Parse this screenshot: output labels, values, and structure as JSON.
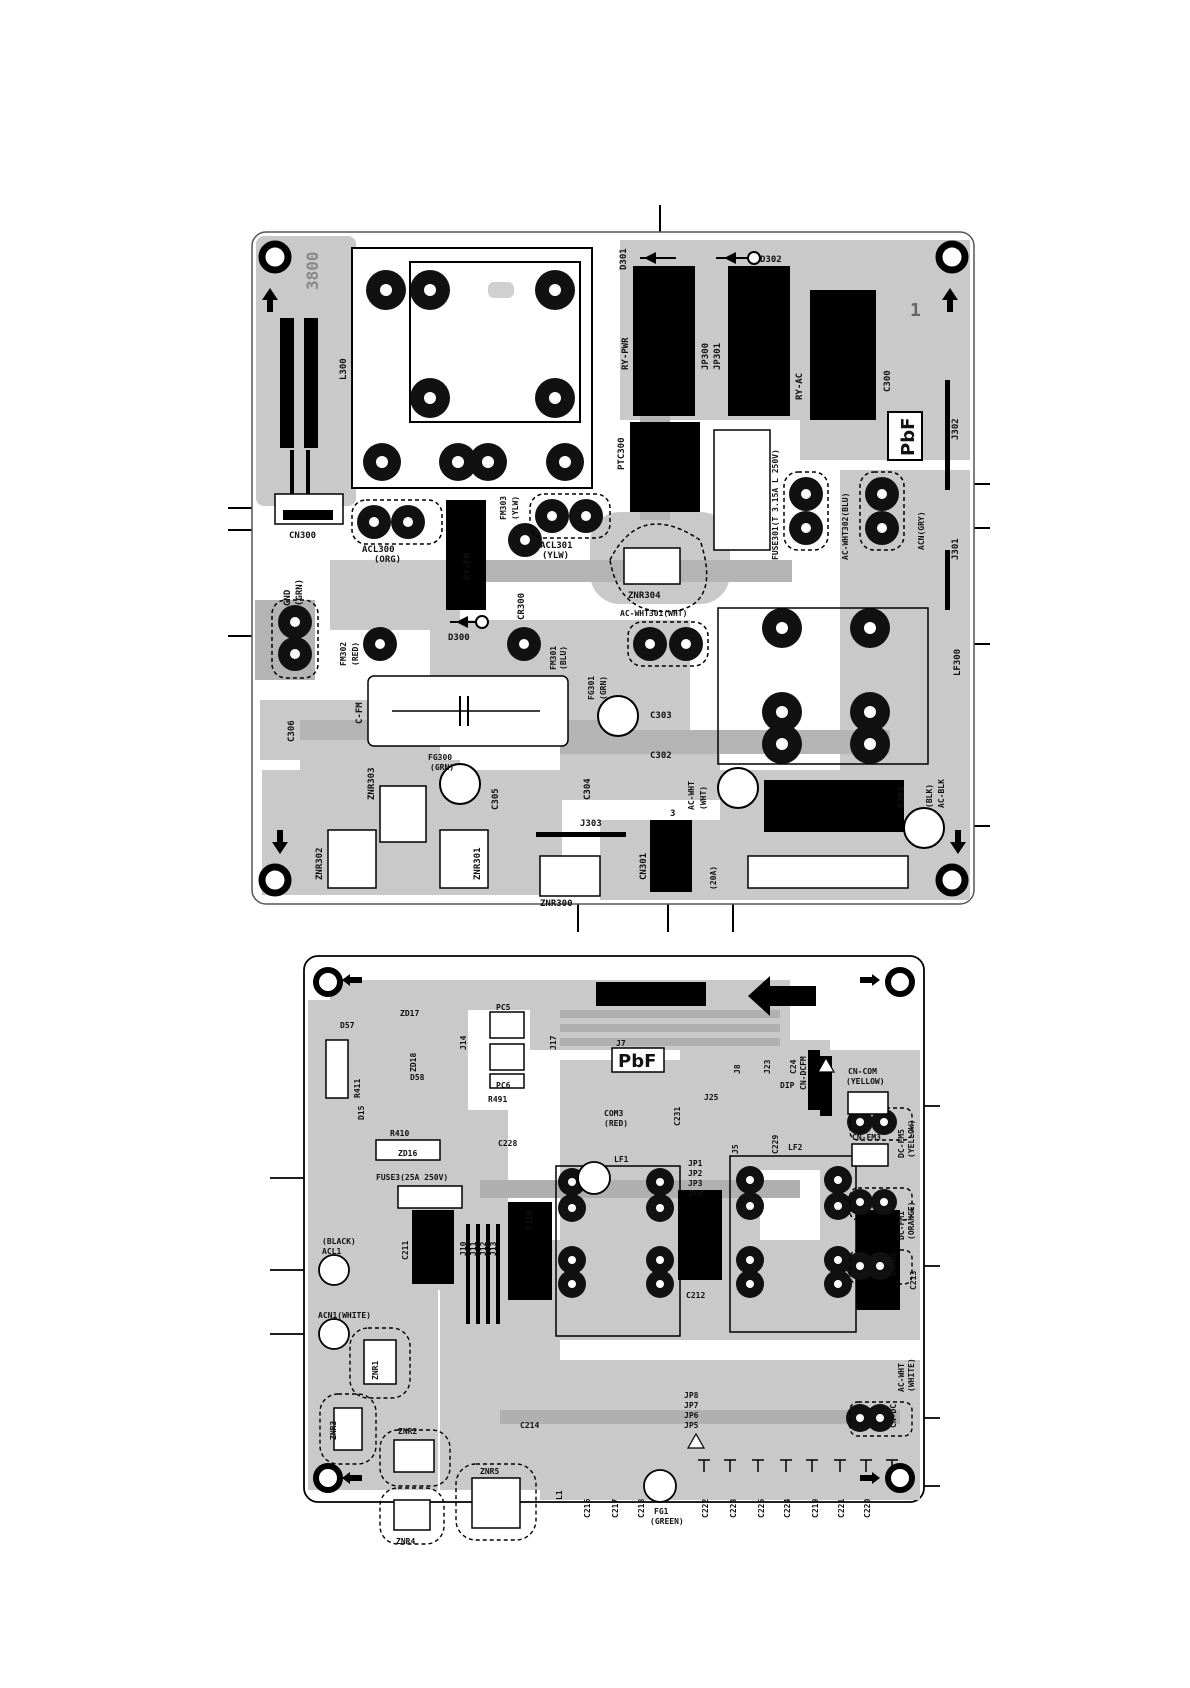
{
  "board1": {
    "model_code": "3800",
    "pbf_mark": "PbF",
    "pin_one_mark": "1",
    "components": {
      "l300": "L300",
      "cn300": "CN300",
      "acl300": "ACL300",
      "acl300_color": "(ORG)",
      "ry_fm": "RY-FM",
      "fm303": "FM303",
      "fm303_color": "(YLW)",
      "acl301": "ACL301",
      "acl301_color": "(YLW)",
      "ptc300": "PTC300",
      "ry_pwr": "RY-PWR",
      "jp300": "JP300",
      "jp301": "JP301",
      "d301": "D301",
      "d302": "D302",
      "ry_ac": "RY-AC",
      "c300": "C300",
      "j302": "J302",
      "j301": "J301",
      "fuse301": "FUSE301(T 3.15A L 250V)",
      "ac_wht302": "AC-WHT302(BLU)",
      "acn": "ACN(GRY)",
      "znr304": "ZNR304",
      "cr300": "CR300",
      "d300": "D300",
      "gnd": "GND",
      "gnd_color": "(GRN)",
      "fm302": "FM302",
      "fm302_color": "(RED)",
      "fm301": "FM301",
      "fm301_color": "(BLU)",
      "c_fm": "C-FM",
      "fg301": "FG301",
      "fg301_color": "(GRN)",
      "ac_wht301": "AC-WHT301(WHT)",
      "c303": "C303",
      "c302": "C302",
      "lf300": "LF300",
      "c306": "C306",
      "fg300": "FG300",
      "fg300_color": "(GRN)",
      "znr303": "ZNR303",
      "c305": "C305",
      "c304": "C304",
      "ac_wht": "AC-WHT",
      "ac_wht_color": "(WHT)",
      "c301": "C301",
      "ac_blk": "AC-BLK",
      "ac_blk_color": "(BLK)",
      "j303": "J303",
      "znr302": "ZNR302",
      "znr301": "ZNR301",
      "znr300": "ZNR300",
      "cn301": "CN301",
      "cn301_pin": "3",
      "fuse_20a": "(20A)"
    }
  },
  "board2": {
    "pbf_mark": "PbF",
    "components": {
      "d57": "D57",
      "zd17": "ZD17",
      "pc5": "PC5",
      "pc6": "PC6",
      "j14": "J14",
      "j17": "J17",
      "j7": "J7",
      "dip": "DIP",
      "cn_com": "CN-COM",
      "cn_com_color": "(YELLOW)",
      "zd18": "ZD18",
      "d58": "D58",
      "d15": "D15",
      "r411": "R411",
      "r491": "R491",
      "com3": "COM3",
      "com3_color": "(RED)",
      "c231": "C231",
      "j25": "J25",
      "j8": "J8",
      "j23": "J23",
      "c24": "C24",
      "cn_dcfm": "CN-DCFM",
      "cn_fm3": "CN-FM3",
      "dc_fm5": "DC-FM5",
      "dc_fm5_color": "(YELLOW)",
      "zd16": "ZD16",
      "r410": "R410",
      "c228": "C228",
      "c229": "C229",
      "j5": "J5",
      "lf1": "LF1",
      "lf2": "LF2",
      "jp1": "JP1",
      "jp2": "JP2",
      "jp3": "JP3",
      "jp4": "JP4",
      "dc_fm1": "DC-FM1",
      "dc_fm1_color": "(ORANGE)",
      "acl1_color": "(BLACK)",
      "acl1": "ACL1",
      "fuse3": "FUSE3(25A 250V)",
      "c210": "C210",
      "c211": "C211",
      "j10": "J10",
      "j11": "J11",
      "j12": "J12",
      "j13": "J13",
      "acn1": "ACN1(WHITE)",
      "znr1": "ZNR1",
      "c212": "C212",
      "c213": "C213",
      "znr3": "ZNR3",
      "znr2": "ZNR2",
      "c214": "C214",
      "jp8": "JP8",
      "jp7": "JP7",
      "jp6": "JP6",
      "jp5": "JP5",
      "ac_wht": "AC-WHT",
      "ac_wht_color": "(WHITE)",
      "znr4": "ZNR4",
      "znr5": "ZNR5",
      "l1": "L1",
      "c216": "C216",
      "c217": "C217",
      "c218": "C218",
      "fg1": "FG1",
      "fg1_color": "(GREEN)",
      "c222": "C222",
      "c223": "C223",
      "c225": "C225",
      "c224": "C224",
      "c219": "C219",
      "c221": "C221",
      "c220": "C220",
      "cn_dc_a": "CN-DC",
      "cn_dc_b": "CN-DC"
    }
  }
}
